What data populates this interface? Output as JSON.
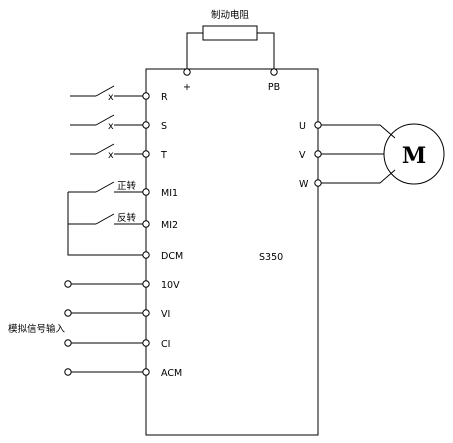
{
  "diagram": {
    "brake_resistor_label": "制动电阻",
    "plus_label": "+",
    "pb_label": "PB",
    "model_label": "S350",
    "motor_label": "M",
    "switch_x": "x",
    "forward_label": "正转",
    "reverse_label": "反转",
    "analog_input_label": "模拟信号输入",
    "inputs": [
      {
        "key": "r",
        "label": "R"
      },
      {
        "key": "s",
        "label": "S"
      },
      {
        "key": "t",
        "label": "T"
      },
      {
        "key": "mi1",
        "label": "MI1"
      },
      {
        "key": "mi2",
        "label": "MI2"
      },
      {
        "key": "dcm",
        "label": "DCM"
      },
      {
        "key": "10v",
        "label": "10V"
      },
      {
        "key": "vi",
        "label": "VI"
      },
      {
        "key": "ci",
        "label": "CI"
      },
      {
        "key": "acm",
        "label": "ACM"
      }
    ],
    "outputs": [
      {
        "key": "u",
        "label": "U"
      },
      {
        "key": "v",
        "label": "V"
      },
      {
        "key": "w",
        "label": "W"
      }
    ]
  }
}
